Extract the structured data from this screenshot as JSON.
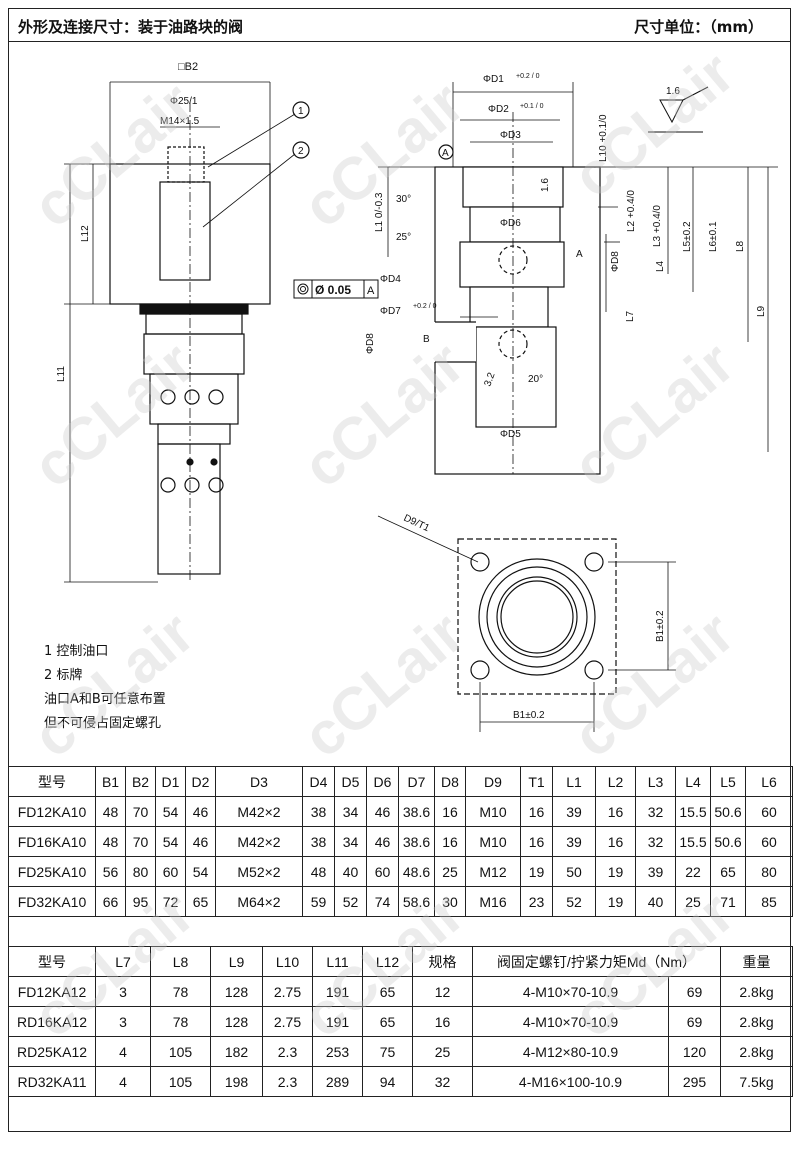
{
  "header": {
    "title": "外形及连接尺寸：装于油路块的阀",
    "unit": "尺寸单位：（mm）"
  },
  "drawing": {
    "labels": {
      "b2": "□B2",
      "phi25": "Φ25/1",
      "m14": "M14×1.5",
      "callout1": "1",
      "callout2": "2",
      "l12": "L12",
      "l11": "L11",
      "d1": "ΦD1",
      "d1tol": "+0.2 / 0",
      "d2": "ΦD2",
      "d2tol": "+0.1 / 0",
      "d3": "ΦD3",
      "d6": "ΦD6",
      "d4": "ΦD4",
      "d7": "ΦD7",
      "d7tol": "+0.2 / 0",
      "d8": "ΦD8",
      "d5": "ΦD5",
      "l1": "L1 0/-0.3",
      "l10": "L10 +0.1/0",
      "l2": "L2 +0.4/0",
      "l3": "L3 +0.4/0",
      "l4": "L4",
      "l5": "L5±0.2",
      "l6": "L6±0.1",
      "l7": "L7",
      "l8": "L8",
      "l9": "L9",
      "a30": "30°",
      "a25": "25°",
      "a20": "20°",
      "r32": "3.2",
      "r16": "1.6",
      "rough": "1.6",
      "datumA": "A",
      "portA": "A",
      "portB": "B",
      "tolerance": "Ø 0.05",
      "tolRef": "A",
      "d9t1": "D9/T1",
      "b1v": "B1±0.2",
      "b1h": "B1±0.2"
    }
  },
  "notes": [
    "1  控制油口",
    "2  标牌",
    "油口A和B可任意布置",
    "但不可侵占固定螺孔"
  ],
  "table1": {
    "headers": [
      "型号",
      "B1",
      "B2",
      "D1",
      "D2",
      "D3",
      "D4",
      "D5",
      "D6",
      "D7",
      "D8",
      "D9",
      "T1",
      "L1",
      "L2",
      "L3",
      "L4",
      "L5",
      "L6"
    ],
    "rows": [
      [
        "FD12KA10",
        "48",
        "70",
        "54",
        "46",
        "M42×2",
        "38",
        "34",
        "46",
        "38.6",
        "16",
        "M10",
        "16",
        "39",
        "16",
        "32",
        "15.5",
        "50.6",
        "60"
      ],
      [
        "FD16KA10",
        "48",
        "70",
        "54",
        "46",
        "M42×2",
        "38",
        "34",
        "46",
        "38.6",
        "16",
        "M10",
        "16",
        "39",
        "16",
        "32",
        "15.5",
        "50.6",
        "60"
      ],
      [
        "FD25KA10",
        "56",
        "80",
        "60",
        "54",
        "M52×2",
        "48",
        "40",
        "60",
        "48.6",
        "25",
        "M12",
        "19",
        "50",
        "19",
        "39",
        "22",
        "65",
        "80"
      ],
      [
        "FD32KA10",
        "66",
        "95",
        "72",
        "65",
        "M64×2",
        "59",
        "52",
        "74",
        "58.6",
        "30",
        "M16",
        "23",
        "52",
        "19",
        "40",
        "25",
        "71",
        "85"
      ]
    ]
  },
  "table2": {
    "headers": [
      "型号",
      "L7",
      "L8",
      "L9",
      "L10",
      "L11",
      "L12",
      "规格",
      "阀固定螺钉/拧紧力矩Md（Nm）",
      "重量"
    ],
    "rows": [
      [
        "FD12KA12",
        "3",
        "78",
        "128",
        "2.75",
        "191",
        "65",
        "12",
        "4-M10×70-10.9",
        "69",
        "2.8kg"
      ],
      [
        "RD16KA12",
        "3",
        "78",
        "128",
        "2.75",
        "191",
        "65",
        "16",
        "4-M10×70-10.9",
        "69",
        "2.8kg"
      ],
      [
        "RD25KA12",
        "4",
        "105",
        "182",
        "2.3",
        "253",
        "75",
        "25",
        "4-M12×80-10.9",
        "120",
        "2.8kg"
      ],
      [
        "RD32KA11",
        "4",
        "105",
        "198",
        "2.3",
        "289",
        "94",
        "32",
        "4-M16×100-10.9",
        "295",
        "7.5kg"
      ]
    ]
  },
  "watermark": "cCLair"
}
